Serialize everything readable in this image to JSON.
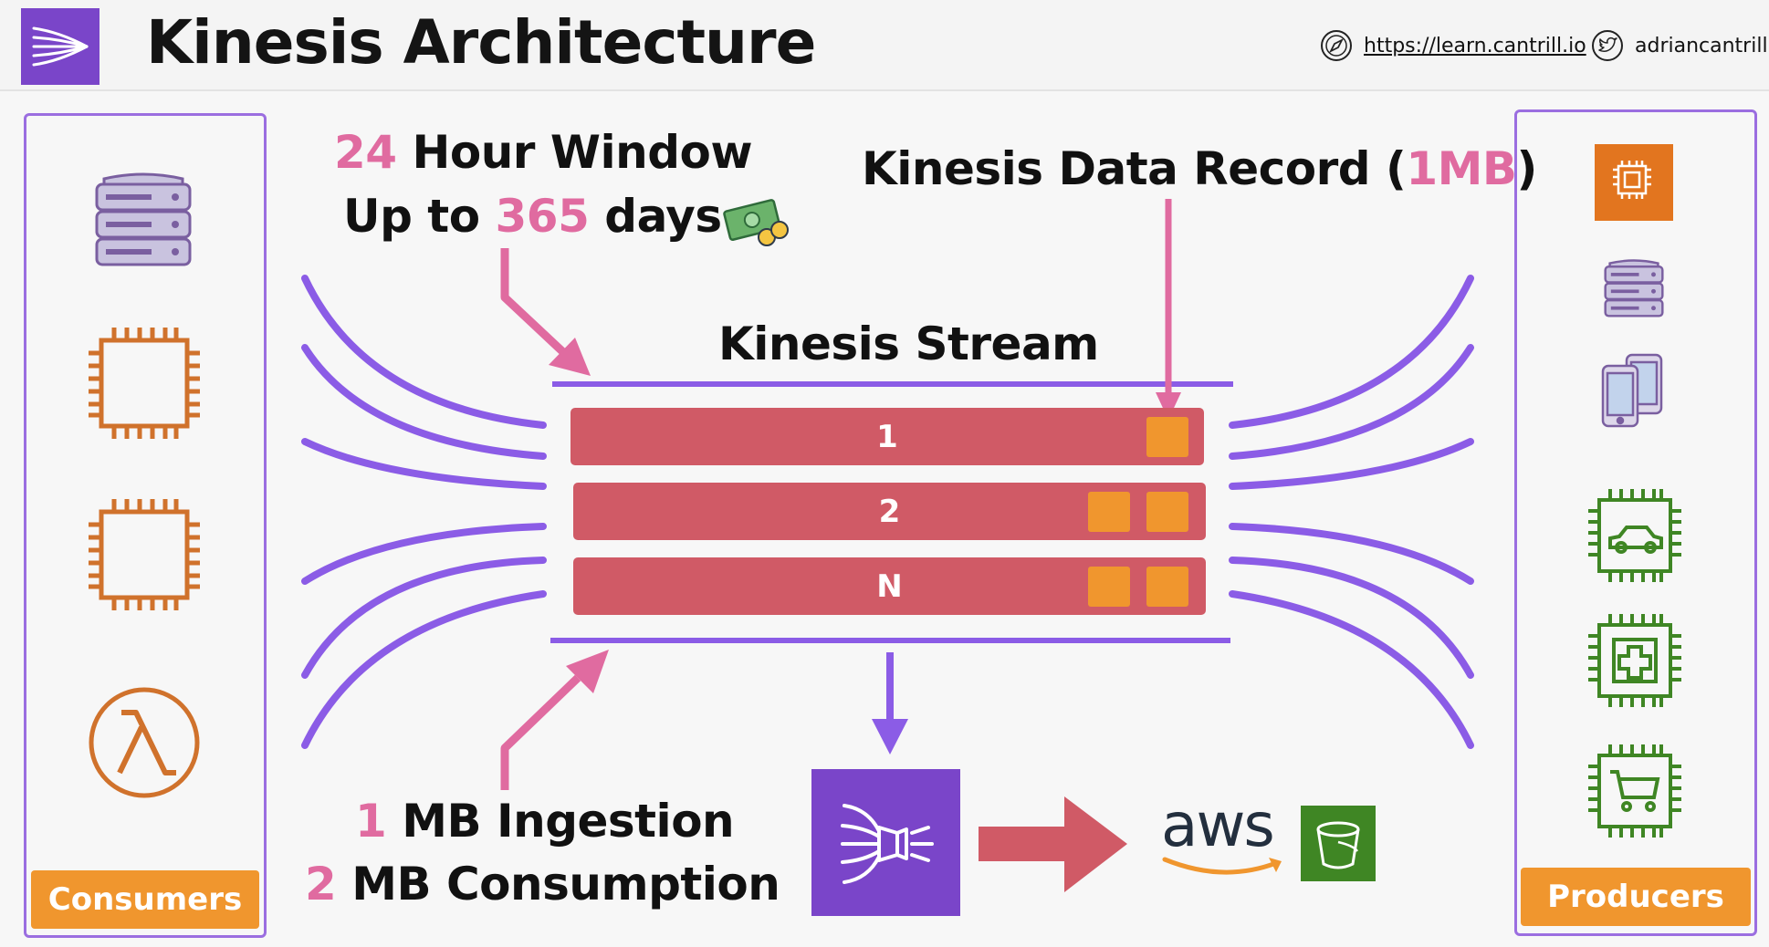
{
  "header": {
    "title": "Kinesis Architecture",
    "site_link": "https://learn.cantrill.io",
    "twitter_handle": "adriancantrill"
  },
  "consumers": {
    "label": "Consumers",
    "icons": [
      "server-rack-icon",
      "compute-chip-icon",
      "compute-chip-icon",
      "lambda-icon"
    ]
  },
  "producers": {
    "label": "Producers",
    "icons": [
      "ec2-instance-icon",
      "server-rack-icon",
      "mobile-devices-icon",
      "iot-car-icon",
      "iot-medical-icon",
      "iot-cart-icon"
    ]
  },
  "retention": {
    "line1_value": "24",
    "line1_text": "Hour Window",
    "line2_prefix": "Up to",
    "line2_value": "365",
    "line2_suffix": "days -"
  },
  "data_record": {
    "prefix": "Kinesis Data Record (",
    "value": "1MB",
    "suffix": ")"
  },
  "stream": {
    "title": "Kinesis Stream",
    "shards": [
      {
        "label": "1",
        "records": 1
      },
      {
        "label": "2",
        "records": 2
      },
      {
        "label": "N",
        "records": 2
      }
    ]
  },
  "throughput": {
    "ingest_value": "1",
    "ingest_text": "MB Ingestion",
    "consume_value": "2",
    "consume_text": "MB Consumption"
  },
  "downstream": {
    "aws_wordmark": "aws",
    "icons": [
      "kinesis-firehose-icon",
      "s3-bucket-icon"
    ]
  },
  "colors": {
    "accent_purple": "#8b5ce6",
    "highlight_pink": "#e06ba0",
    "shard_red": "#d05a66",
    "record_orange": "#f0962e",
    "label_orange": "#f0962e",
    "compute_orange": "#d0722c",
    "iot_green": "#3f8624"
  }
}
